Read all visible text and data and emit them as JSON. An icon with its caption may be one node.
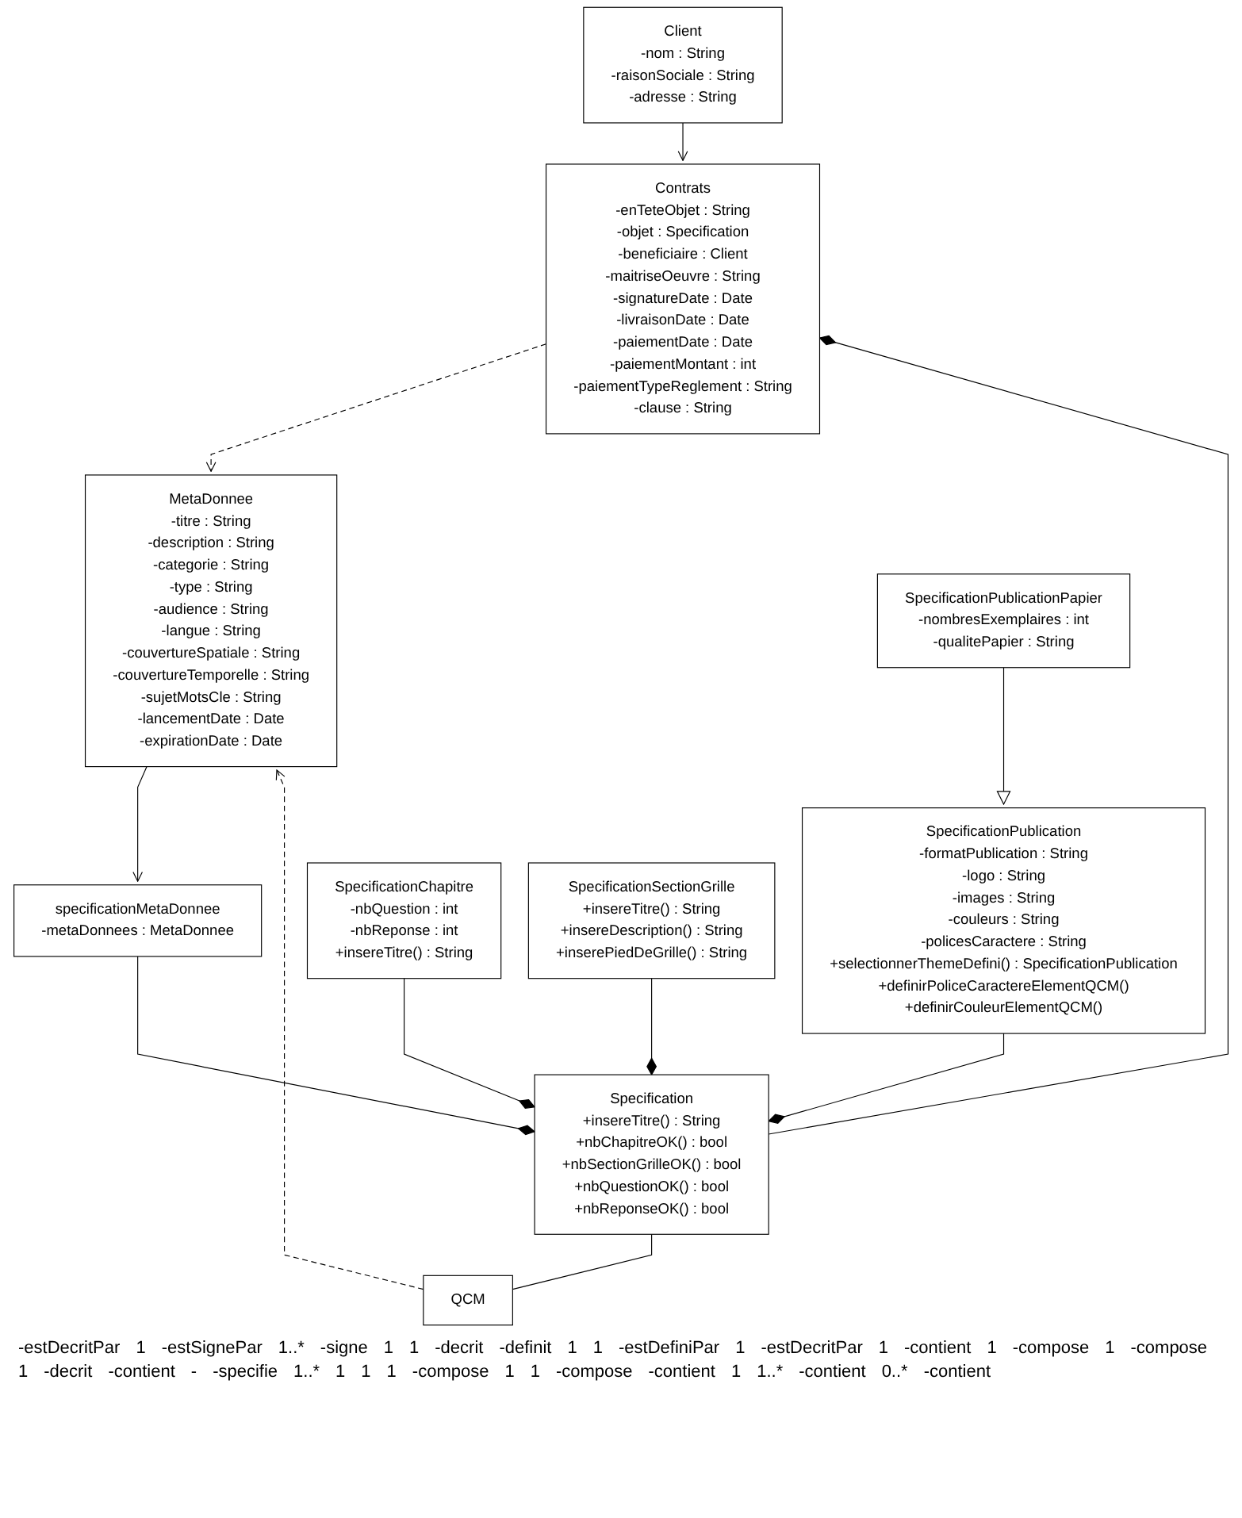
{
  "diagram": {
    "nodes": [
      {
        "text": [
          "Client",
          "-nom : String",
          "-raisonSociale : String",
          "-adresse : String"
        ]
      },
      {
        "text": [
          "MetaDonnee",
          "-titre : String",
          "-description : String",
          "-categorie : String",
          "-type : String",
          "-audience : String",
          "-langue : String",
          "-couvertureSpatiale : String",
          "-couvertureTemporelle : String",
          "-sujetMotsCle : String",
          "-lancementDate : Date",
          "-expirationDate : Date"
        ]
      },
      {
        "text": [
          "Contrats",
          "-enTeteObjet : String",
          "-objet : Specification",
          "-beneficiaire : Client",
          "-maitriseOeuvre : String",
          "-signatureDate : Date",
          "-livraisonDate : Date",
          "-paiementDate : Date",
          "-paiementMontant : int",
          "-paiementTypeReglement : String",
          "-clause : String"
        ]
      },
      {
        "text": [
          "specificationMetaDonnee",
          "-metaDonnees : MetaDonnee"
        ]
      },
      {
        "text": [
          "Specification",
          "+insereTitre() : String",
          "+nbChapitreOK() : bool",
          "+nbSectionGrilleOK() : bool",
          "+nbQuestionOK() : bool",
          "+nbReponseOK() : bool"
        ]
      },
      {
        "text": [
          "QCM"
        ]
      },
      {
        "text": [
          "SpecificationPublication",
          "-formatPublication : String",
          "-logo : String",
          "-images : String",
          "-couleurs : String",
          "-policesCaractere : String",
          "+selectionnerThemeDefini() : SpecificationPublication",
          "+definirPoliceCaractereElementQCM()",
          "+definirCouleurElementQCM()"
        ]
      },
      {
        "text": [
          "SpecificationChapitre",
          "-nbQuestion : int",
          "-nbReponse : int",
          "+insereTitre() : String"
        ]
      },
      {
        "text": [
          "SpecificationSectionGrille",
          "+insereTitre() : String",
          "+insereDescription() : String",
          "+inserePiedDeGrille() : String"
        ]
      },
      {
        "text": [
          "SpecificationPublicationPapier",
          "-nombresExemplaires : int",
          "-qualitePapier : String"
        ]
      }
    ],
    "edges": [
      {
        "from": 0,
        "to": 2,
        "arrow": "to"
      },
      {
        "from": 2,
        "to": 1,
        "arrow": "to",
        "style": "dashed"
      },
      {
        "from": 1,
        "to": 3,
        "arrow": "to"
      },
      {
        "from": 3,
        "to": 4,
        "arrow": "other"
      },
      {
        "from": 4,
        "to": 2,
        "arrow": "other"
      },
      {
        "from": 4,
        "to": 5,
        "arrow": "none"
      },
      {
        "from": 5,
        "to": 1,
        "arrow": "to",
        "style": "dashed"
      },
      {
        "from": 6,
        "to": 4,
        "arrow": "other"
      },
      {
        "from": 7,
        "to": 4,
        "arrow": "other"
      },
      {
        "from": 8,
        "to": 4,
        "arrow": "other"
      },
      {
        "from": 9,
        "to": 6,
        "arrow": "to"
      }
    ],
    "labels": [
      "-estDecritPar",
      "1",
      "-estSignePar",
      "1..*",
      "-signe",
      "1",
      "1",
      "-decrit",
      "-definit",
      "1",
      "1",
      "-estDefiniPar",
      "1",
      "-estDecritPar",
      "1",
      "-contient",
      "1",
      "-compose",
      "1",
      "-compose",
      "1",
      "-decrit",
      "-contient",
      "-",
      "-specifie",
      "1..*",
      "1",
      "1",
      "1",
      "-compose",
      "1",
      "1",
      "-compose",
      "-contient",
      "1",
      "1..*",
      "-contient",
      "0..*",
      "-contient"
    ]
  }
}
